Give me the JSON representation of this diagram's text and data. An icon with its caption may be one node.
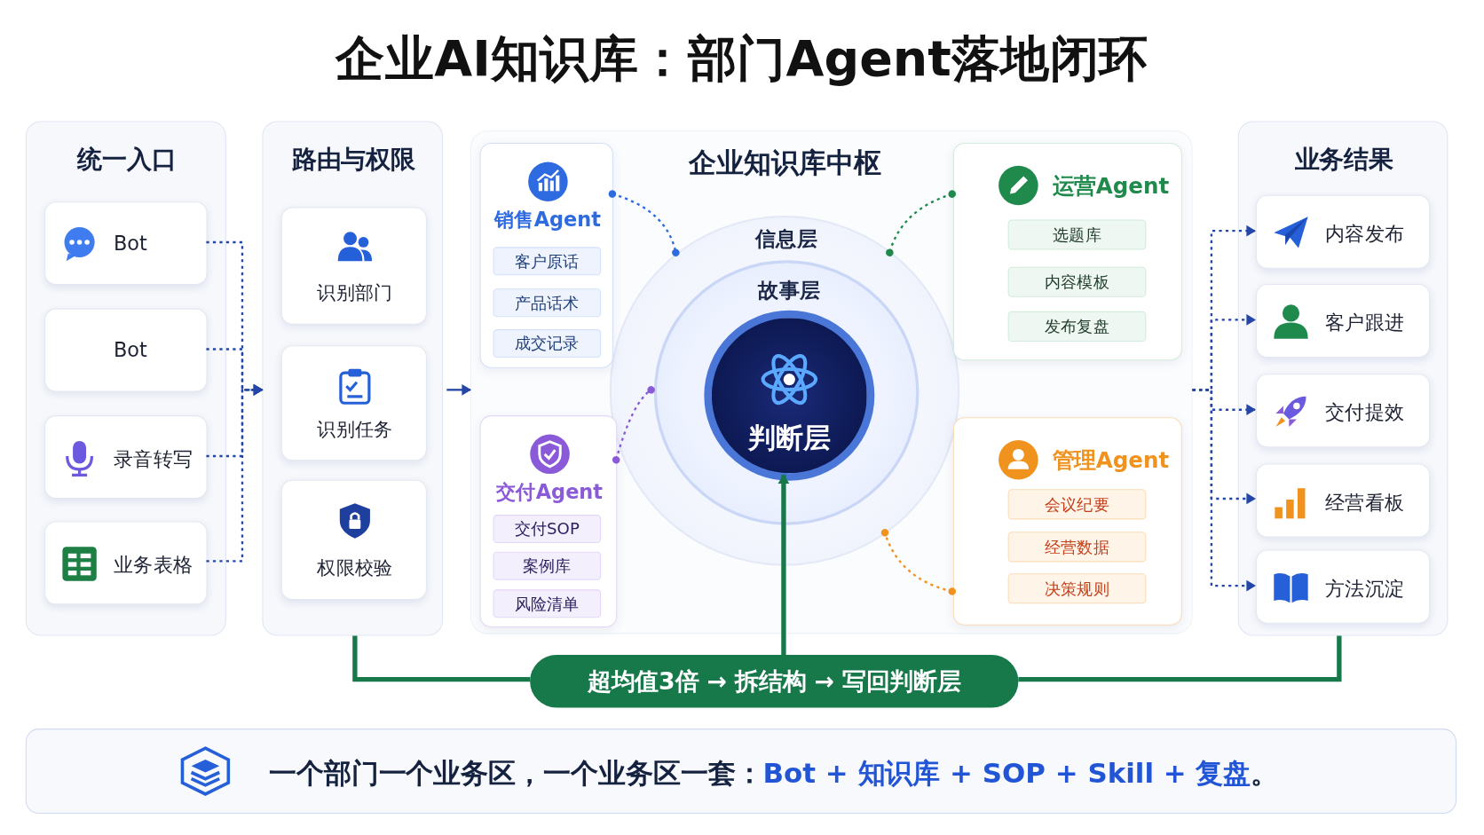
{
  "diagram": {
    "title": "企业AI知识库：部门Agent落地闭环",
    "nodes": [
      {
        "text": [
          "统一入口"
        ]
      },
      {
        "text": [
          "Bot"
        ],
        "in": 0
      },
      {
        "text": [
          "Bot"
        ],
        "in": 0
      },
      {
        "text": [
          "录音转写"
        ],
        "in": 0
      },
      {
        "text": [
          "业务表格"
        ],
        "in": 0
      },
      {
        "text": [
          "路由与权限"
        ]
      },
      {
        "text": [
          "识别部门"
        ],
        "in": 5
      },
      {
        "text": [
          "识别任务"
        ],
        "in": 5
      },
      {
        "text": [
          "权限校验"
        ],
        "in": 5
      },
      {
        "text": [
          "企业知识库中枢"
        ]
      },
      {
        "text": [
          "信息层"
        ],
        "in": 9
      },
      {
        "text": [
          "故事层"
        ],
        "in": 10
      },
      {
        "text": [
          "判断层"
        ],
        "in": 11
      },
      {
        "text": [
          "销售Agent"
        ],
        "in": 9
      },
      {
        "text": [
          "客户原话"
        ],
        "in": 13
      },
      {
        "text": [
          "产品话术"
        ],
        "in": 13
      },
      {
        "text": [
          "成交记录"
        ],
        "in": 13
      },
      {
        "text": [
          "交付Agent"
        ],
        "in": 9
      },
      {
        "text": [
          "交付SOP"
        ],
        "in": 17
      },
      {
        "text": [
          "案例库"
        ],
        "in": 17
      },
      {
        "text": [
          "风险清单"
        ],
        "in": 17
      },
      {
        "text": [
          "运营Agent"
        ],
        "in": 9
      },
      {
        "text": [
          "选题库"
        ],
        "in": 21
      },
      {
        "text": [
          "内容模板"
        ],
        "in": 21
      },
      {
        "text": [
          "发布复盘"
        ],
        "in": 21
      },
      {
        "text": [
          "管理Agent"
        ],
        "in": 9
      },
      {
        "text": [
          "会议纪要"
        ],
        "in": 25
      },
      {
        "text": [
          "经营数据"
        ],
        "in": 25
      },
      {
        "text": [
          "决策规则"
        ],
        "in": 25
      },
      {
        "text": [
          "业务结果"
        ]
      },
      {
        "text": [
          "内容发布"
        ],
        "in": 29
      },
      {
        "text": [
          "客户跟进"
        ],
        "in": 29
      },
      {
        "text": [
          "交付提效"
        ],
        "in": 29
      },
      {
        "text": [
          "经营看板"
        ],
        "in": 29
      },
      {
        "text": [
          "方法沉淀"
        ],
        "in": 29
      },
      {
        "text": [
          "超均值3倍 → 拆结构 → 写回判断层"
        ]
      },
      {
        "text": [
          "一个部门一个业务区，一个业务区一套：**Bot + 知识库 + SOP + Skill + 复盘**。"
        ]
      }
    ],
    "edges": [
      {
        "from": 1,
        "to": 5,
        "arrow": "to",
        "style": "dashed"
      },
      {
        "from": 2,
        "to": 5,
        "arrow": "to",
        "style": "dashed"
      },
      {
        "from": 3,
        "to": 5,
        "arrow": "to",
        "style": "dashed"
      },
      {
        "from": 4,
        "to": 5,
        "arrow": "to",
        "style": "dashed"
      },
      {
        "from": 5,
        "to": 9,
        "arrow": "to"
      },
      {
        "from": 9,
        "to": 30,
        "arrow": "to",
        "style": "dashed"
      },
      {
        "from": 9,
        "to": 31,
        "arrow": "to",
        "style": "dashed"
      },
      {
        "from": 9,
        "to": 32,
        "arrow": "to",
        "style": "dashed"
      },
      {
        "from": 9,
        "to": 33,
        "arrow": "to",
        "style": "dashed"
      },
      {
        "from": 9,
        "to": 34,
        "arrow": "to",
        "style": "dashed"
      },
      {
        "from": 13,
        "to": 10,
        "arrow": "other",
        "style": "dashed",
        "color": "#2f6be0"
      },
      {
        "from": 17,
        "to": 11,
        "arrow": "other",
        "style": "dashed",
        "color": "#8a5ad8"
      },
      {
        "from": 21,
        "to": 10,
        "arrow": "other",
        "style": "dashed",
        "color": "#1f8a4c"
      },
      {
        "from": 25,
        "to": 10,
        "arrow": "other",
        "style": "dashed",
        "color": "#f0921e"
      },
      {
        "from": 35,
        "to": 12,
        "arrow": "to",
        "style": "thick",
        "color": "#17784a"
      },
      {
        "from": 5,
        "to": 35,
        "arrow": "none",
        "style": "thick",
        "color": "#17784a"
      },
      {
        "from": 35,
        "to": 29,
        "arrow": "none",
        "style": "thick",
        "color": "#17784a"
      }
    ]
  }
}
